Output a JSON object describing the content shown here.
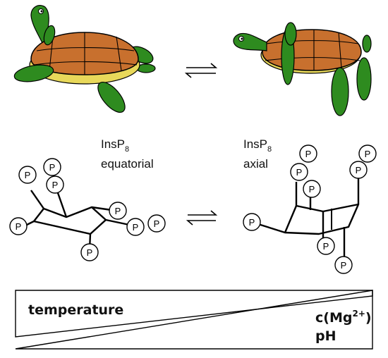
{
  "top_labels": {
    "equatorial": {
      "name": "InsP",
      "sub": "8",
      "state": "equatorial"
    },
    "axial": {
      "name": "InsP",
      "sub": "8",
      "state": "axial"
    }
  },
  "phosphate_symbol": "P",
  "gradient": {
    "left": "temperature",
    "right_line1_pre": "c(Mg",
    "right_line1_sup": "2+",
    "right_line1_post": ")",
    "right_line2": "pH"
  },
  "colors": {
    "turtle_skin": "#2e8b1f",
    "turtle_shell": "#c8702e",
    "turtle_belly": "#e8d85a",
    "outline": "#000000"
  }
}
